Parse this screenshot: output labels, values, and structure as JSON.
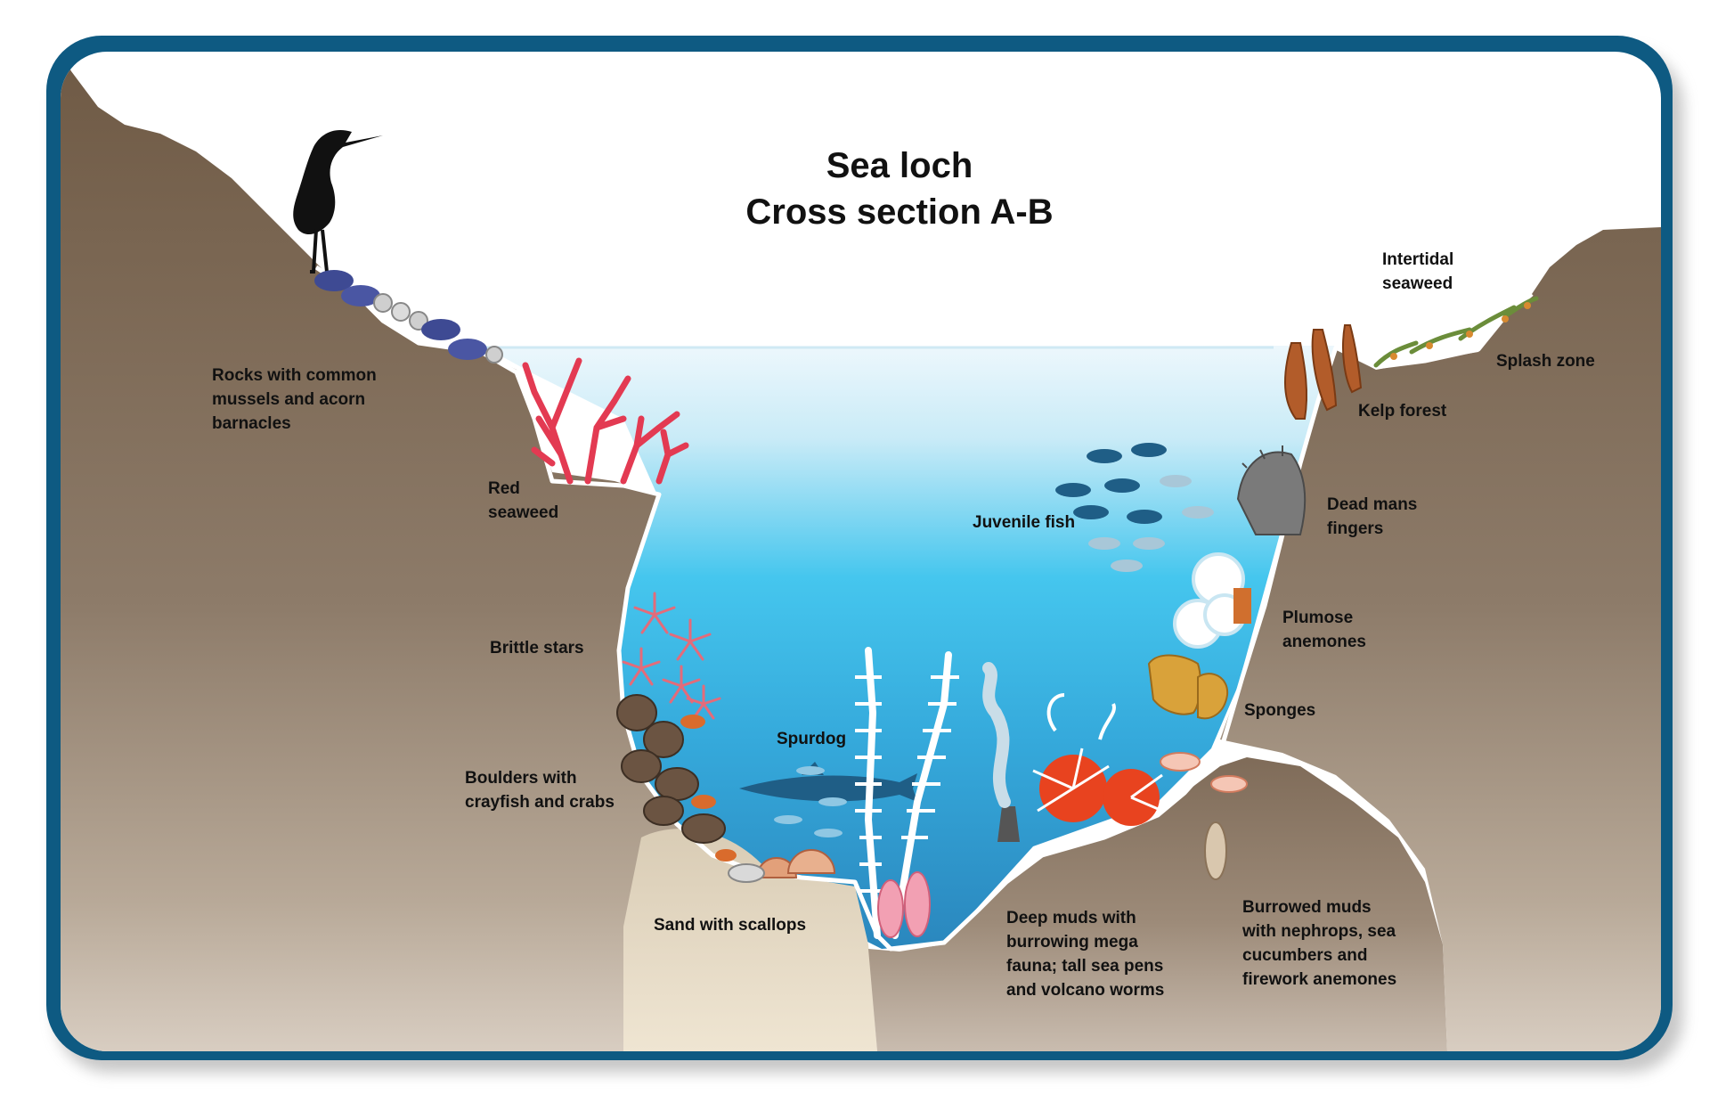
{
  "title": {
    "line1": "Sea loch",
    "line2": "Cross section A-B"
  },
  "colors": {
    "frame": "#0e5a82",
    "rock_light": "#8c7a68",
    "rock_dark": "#6d5a47",
    "sand": "#ede1c9",
    "water_top": "#e8f6fc",
    "water_mid": "#3cc3ec",
    "water_deep": "#2b8fc4",
    "shoreline": "#ffffff"
  },
  "labels": {
    "mussels": [
      "Rocks with common",
      "mussels and acorn",
      "barnacles"
    ],
    "red_seaweed": [
      "Red",
      "seaweed"
    ],
    "brittle_stars": [
      "Brittle stars"
    ],
    "boulders": [
      "Boulders with",
      "crayfish and crabs"
    ],
    "sand_scallops": [
      "Sand with scallops"
    ],
    "spurdog": [
      "Spurdog"
    ],
    "juvenile_fish": [
      "Juvenile fish"
    ],
    "deep_muds": [
      "Deep muds with",
      "burrowing mega",
      "fauna; tall sea pens",
      "and volcano worms"
    ],
    "burrowed_muds": [
      "Burrowed muds",
      "with nephrops, sea",
      "cucumbers and",
      "firework anemones"
    ],
    "sponges": [
      "Sponges"
    ],
    "plumose": [
      "Plumose",
      "anemones"
    ],
    "dead_mans": [
      "Dead mans",
      "fingers"
    ],
    "kelp_forest": [
      "Kelp forest"
    ],
    "splash_zone": [
      "Splash zone"
    ],
    "intertidal": [
      "Intertidal",
      "seaweed"
    ]
  }
}
